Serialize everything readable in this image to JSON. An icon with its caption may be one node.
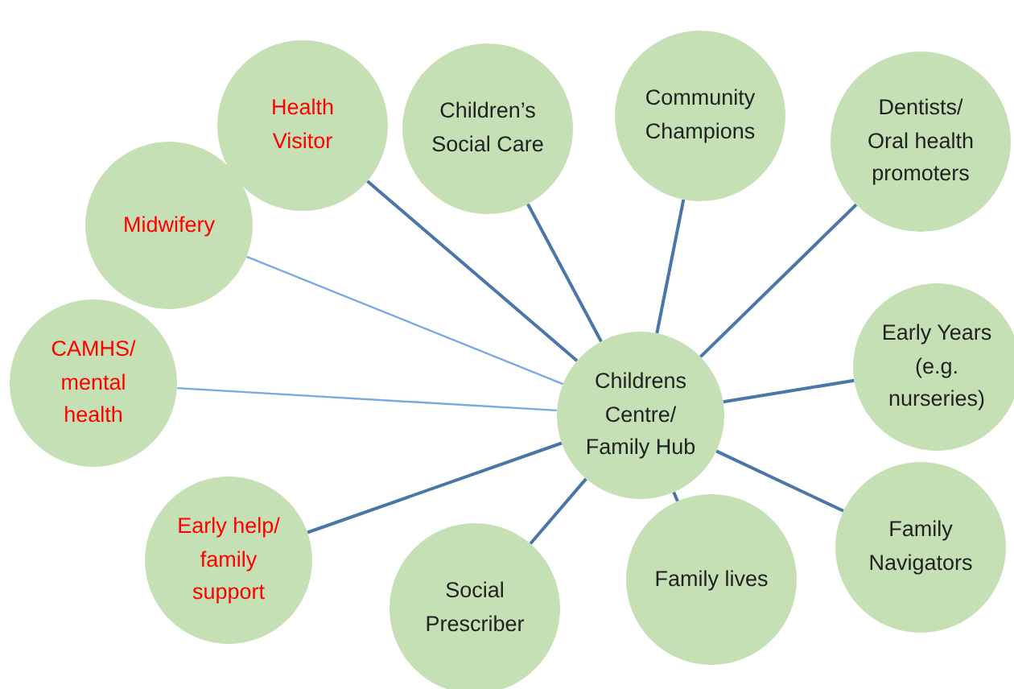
{
  "diagram": {
    "nodes": [
      {
        "text": [
          "Health Visitor"
        ]
      },
      {
        "text": [
          "Children’s Social Care"
        ]
      },
      {
        "text": [
          "Community Champions"
        ]
      },
      {
        "text": [
          "Dentists/ Oral health promoters"
        ]
      },
      {
        "text": [
          "Midwifery"
        ]
      },
      {
        "text": [
          "CAMHS/ mental health"
        ]
      },
      {
        "text": [
          "Childrens Centre/ Family Hub"
        ]
      },
      {
        "text": [
          "Early Years (e.g. nurseries)"
        ]
      },
      {
        "text": [
          "Early help/ family support"
        ]
      },
      {
        "text": [
          "Family Navigators"
        ]
      },
      {
        "text": [
          "Social Prescriber"
        ]
      },
      {
        "text": [
          "Family lives"
        ]
      }
    ],
    "edges": [
      {
        "from": 6,
        "to": 0,
        "arrow": "none"
      },
      {
        "from": 6,
        "to": 1,
        "arrow": "none"
      },
      {
        "from": 6,
        "to": 2,
        "arrow": "none"
      },
      {
        "from": 6,
        "to": 3,
        "arrow": "none"
      },
      {
        "from": 6,
        "to": 4,
        "arrow": "none",
        "color": "#7aaae0"
      },
      {
        "from": 6,
        "to": 5,
        "arrow": "none",
        "color": "#7aaae0"
      },
      {
        "from": 6,
        "to": 7,
        "arrow": "none"
      },
      {
        "from": 6,
        "to": 8,
        "arrow": "none"
      },
      {
        "from": 6,
        "to": 9,
        "arrow": "none"
      },
      {
        "from": 6,
        "to": 10,
        "arrow": "none"
      },
      {
        "from": 6,
        "to": 11,
        "arrow": "none"
      }
    ]
  }
}
